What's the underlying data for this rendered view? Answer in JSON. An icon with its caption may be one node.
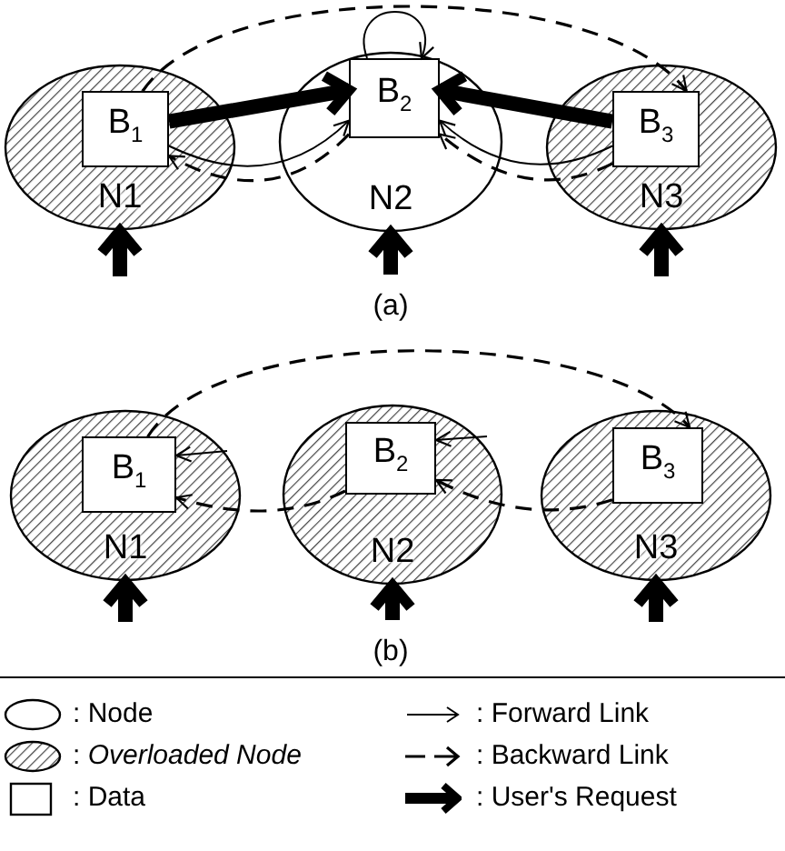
{
  "diagram": {
    "nodes": [
      {
        "text": [
          "N1"
        ]
      },
      {
        "text": [
          "B$_{1}$"
        ],
        "in": 0
      },
      {
        "text": [
          "N2"
        ]
      },
      {
        "text": [
          "B$_{2}$"
        ],
        "in": 2
      },
      {
        "text": [
          "N3"
        ]
      },
      {
        "text": [
          "B$_{3}$"
        ],
        "in": 4
      },
      {
        "text": [
          "N1"
        ]
      },
      {
        "text": [
          "B$_{1}$"
        ],
        "in": 6
      },
      {
        "text": [
          "N2"
        ]
      },
      {
        "text": [
          "B$_{2}$"
        ],
        "in": 8
      },
      {
        "text": [
          "N3"
        ]
      },
      {
        "text": [
          "B$_{3}$"
        ],
        "in": 10
      }
    ],
    "edges": [
      {
        "from": 1,
        "to": 3,
        "arrow": "to",
        "style": "thick"
      },
      {
        "from": 5,
        "to": 3,
        "arrow": "to",
        "style": "thick"
      },
      {
        "from": 1,
        "to": 3,
        "arrow": "to"
      },
      {
        "from": 5,
        "to": 3,
        "arrow": "to"
      },
      {
        "from": 3,
        "to": 3,
        "arrow": "to"
      },
      {
        "from": 3,
        "to": 1,
        "arrow": "to",
        "style": "dashed"
      },
      {
        "from": 5,
        "to": 3,
        "arrow": "to",
        "style": "dashed"
      },
      {
        "from": 1,
        "to": 5,
        "arrow": "to",
        "style": "dashed"
      },
      {
        "from": null,
        "to": 0,
        "arrow": "to",
        "style": "thick"
      },
      {
        "from": null,
        "to": 2,
        "arrow": "to",
        "style": "thick"
      },
      {
        "from": null,
        "to": 4,
        "arrow": "to",
        "style": "thick"
      },
      {
        "from": 7,
        "to": 11,
        "arrow": "to",
        "style": "dashed"
      },
      {
        "from": 9,
        "to": 7,
        "arrow": "to",
        "style": "dashed"
      },
      {
        "from": 11,
        "to": 9,
        "arrow": "to",
        "style": "dashed"
      },
      {
        "from": null,
        "to": 7,
        "arrow": "to"
      },
      {
        "from": null,
        "to": 9,
        "arrow": "to"
      },
      {
        "from": null,
        "to": 6,
        "arrow": "to",
        "style": "thick"
      },
      {
        "from": null,
        "to": 8,
        "arrow": "to",
        "style": "thick"
      },
      {
        "from": null,
        "to": 10,
        "arrow": "to",
        "style": "thick"
      }
    ],
    "labels": [
      "(a)",
      "(b)"
    ],
    "legend": [
      {
        "text": ": Node"
      },
      {
        "text": ": *Overloaded Node*"
      },
      {
        "text": ": Data"
      },
      {
        "text": ": Forward Link"
      },
      {
        "text": ": Backward Link"
      },
      {
        "text": ": User's Request"
      }
    ]
  }
}
